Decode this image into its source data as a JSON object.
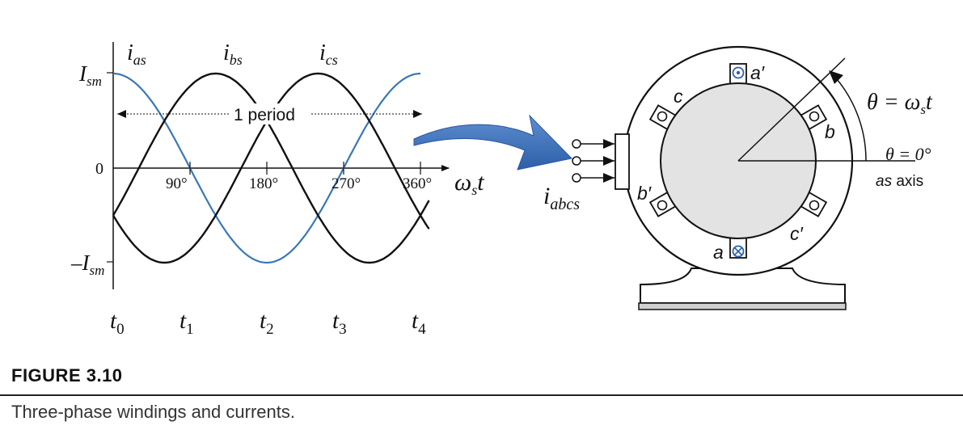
{
  "waveform": {
    "labels": {
      "ias": {
        "main": "i",
        "sub": "as"
      },
      "ibs": {
        "main": "i",
        "sub": "bs"
      },
      "ics": {
        "main": "i",
        "sub": "cs"
      },
      "ism_pos": {
        "main": "I",
        "sub": "sm"
      },
      "ism_neg": {
        "main": "–I",
        "sub": "sm"
      },
      "zero": "0",
      "axis_var": {
        "main": "ω",
        "sub": "s",
        "tail": "t"
      },
      "period": "1 period"
    },
    "ticks": [
      "90°",
      "180°",
      "270°",
      "360°"
    ],
    "times": [
      {
        "main": "t",
        "sub": "0"
      },
      {
        "main": "t",
        "sub": "1"
      },
      {
        "main": "t",
        "sub": "2"
      },
      {
        "main": "t",
        "sub": "3"
      },
      {
        "main": "t",
        "sub": "4"
      }
    ],
    "colors": {
      "ias": "#3a78b5",
      "ibs": "#111111",
      "ics": "#111111"
    }
  },
  "machine": {
    "slot_labels": [
      "a′",
      "b",
      "c′",
      "a",
      "b′",
      "c"
    ],
    "theta_label": "θ = ωst",
    "theta_zero": "θ = 0°",
    "axis_label": {
      "italic": "as",
      "plain": " axis"
    },
    "current_label": {
      "main": "i",
      "sub": "abcs"
    },
    "colors": {
      "rotor": "#e3e3e3",
      "arrow": "#3d6fb8",
      "dot": "#2b62b0"
    }
  },
  "caption": {
    "title": "FIGURE 3.10",
    "text": "Three-phase windings and currents."
  }
}
